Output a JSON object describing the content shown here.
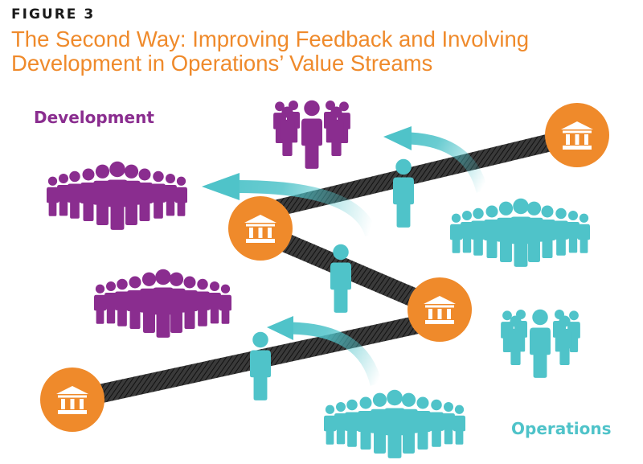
{
  "figure_label": "FIGURE 3",
  "title_line_1": "The Second Way: Improving Feedback and Involving",
  "title_line_2": "Development in Operations’ Value Streams",
  "label_development": "Development",
  "label_operations": "Operations",
  "colors": {
    "title": "#ef8a2b",
    "development": "#8a2d8f",
    "operations": "#4fc3c9",
    "hub": "#ef8a2b",
    "stream": "#2b2b2b"
  },
  "icons": [
    "person-icon",
    "building-icon",
    "feedback-arrow-icon"
  ]
}
